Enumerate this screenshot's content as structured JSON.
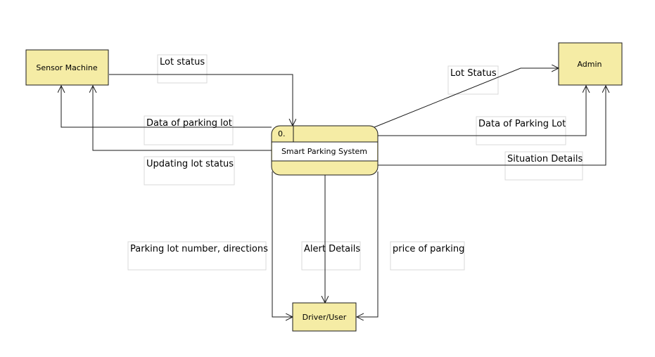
{
  "colors": {
    "fill": "#f5eca5",
    "stroke": "#1a1a1a",
    "label_box": "#d9d9d9",
    "background": "#ffffff"
  },
  "entities": {
    "sensor": "Sensor Machine",
    "admin": "Admin",
    "driver": "Driver/User"
  },
  "process": {
    "number": "0.",
    "name": "Smart Parking System"
  },
  "flows": {
    "lot_status": "Lot status",
    "data_of_parking_lot": "Data of parking lot",
    "updating_lot_status": "Updating lot status",
    "lot_status_admin": "Lot Status",
    "data_of_parking_lot_admin": "Data of Parking Lot",
    "situation_details": "Situation Details",
    "parking_lot_number": "Parking lot number, directions",
    "alert_details": "Alert Details",
    "price_of_parking": "price of parking"
  }
}
